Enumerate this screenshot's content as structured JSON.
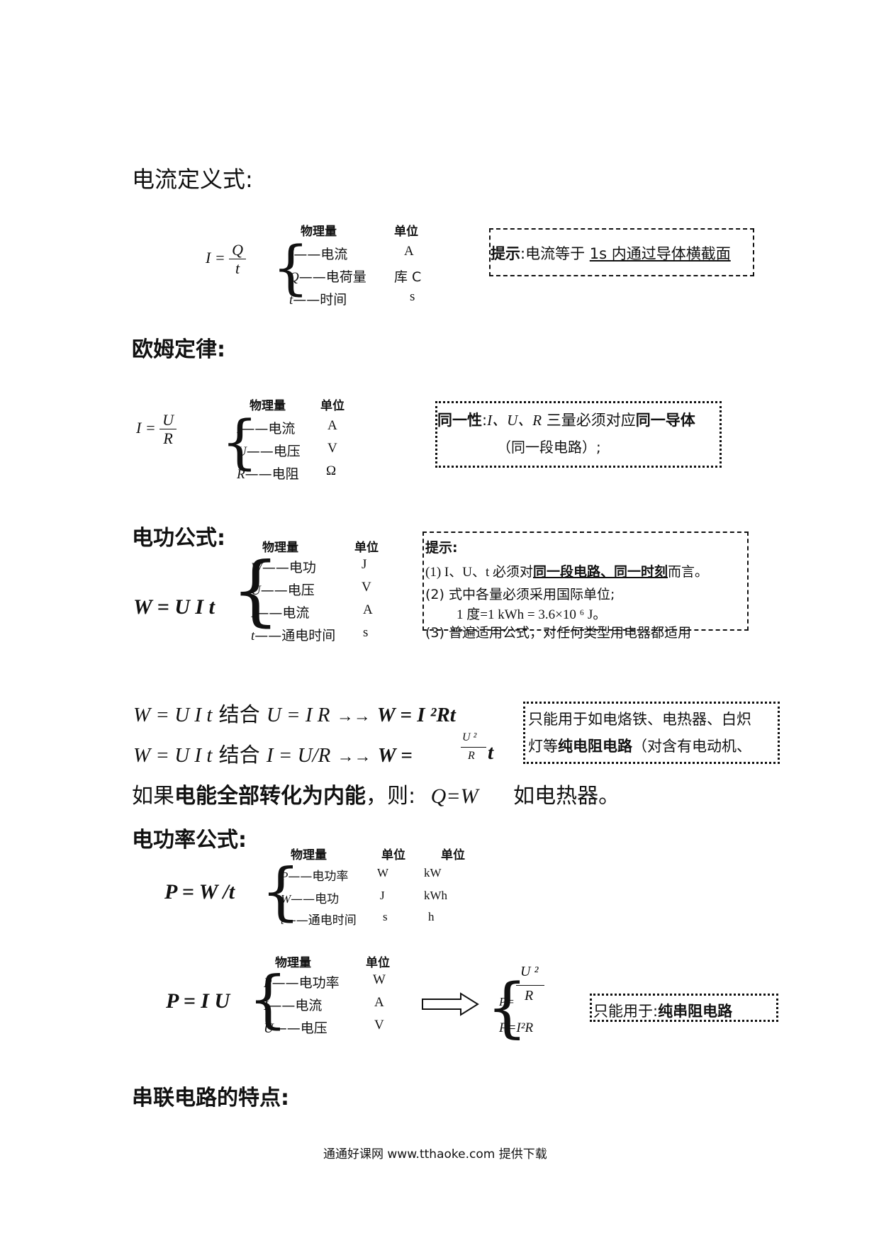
{
  "s1": {
    "heading": "电流定义式:",
    "formula": {
      "lhs": "I =",
      "num": "Q",
      "den": "t"
    },
    "col_quantity": "物理量",
    "col_unit": "单位",
    "rows": [
      {
        "sym": "I",
        "dash": "——",
        "name": "电流",
        "unit": "A"
      },
      {
        "sym": "Q",
        "dash": "——",
        "name": "电荷量",
        "unit": "库 C"
      },
      {
        "sym": "t",
        "dash": "——",
        "name": "时间",
        "unit": "s"
      }
    ],
    "note": {
      "label": "提示",
      "colon": ":",
      "text1": "电流等于 ",
      "text2": "1s 内通过导体横截面"
    }
  },
  "s2": {
    "heading": "欧姆定律:",
    "formula": {
      "lhs": "I =",
      "num": "U",
      "den": "R"
    },
    "col_quantity": "物理量",
    "col_unit": "单位",
    "rows": [
      {
        "sym": "I",
        "dash": "——",
        "name": "电流",
        "unit": "A"
      },
      {
        "sym": "U",
        "dash": "——",
        "name": "电压",
        "unit": "V"
      },
      {
        "sym": "R",
        "dash": "——",
        "name": "电阻",
        "unit": "Ω"
      }
    ],
    "note": {
      "label": "同一性",
      "colon": ":",
      "vars": "I、U、R",
      "text1": " 三量必须对应",
      "bold": "同一导体",
      "line2": "（同一段电路）;"
    }
  },
  "s3": {
    "heading": "电功公式:",
    "formula": "W = U I t",
    "col_quantity": "物理量",
    "col_unit": "单位",
    "rows": [
      {
        "sym": "W",
        "dash": "——",
        "name": "电功",
        "unit": "J"
      },
      {
        "sym": "U",
        "dash": "——",
        "name": "电压",
        "unit": "V"
      },
      {
        "sym": "I",
        "dash": "——",
        "name": "电流",
        "unit": "A"
      },
      {
        "sym": "t",
        "dash": "——",
        "name": "通电时间",
        "unit": "s"
      }
    ],
    "note": {
      "title": "提示:",
      "l1_pre": "(1) I、U、t 必须对",
      "l1_bold": "同一段电路、同一时刻",
      "l1_post": "而言。",
      "l2": "(2)  式中各量必须采用国际单位;",
      "l3": "1 度=1 kWh = 3.6×10 ⁶ J。",
      "l4": "(3) 普遍适用公式，对任何类型用电器都适用"
    }
  },
  "derive": {
    "l1_lhs": "W = U I t",
    "l1_mid": "结合",
    "l1_cond": "U = I R",
    "l1_arrow": "→→",
    "l1_res": "W = I ²Rt",
    "l2_lhs": "W = U I t",
    "l2_mid": "结合",
    "l2_cond": "I = U/R",
    "l2_arrow": "→→",
    "l2_res": "W =",
    "l2_num": "U ²",
    "l2_den": "R",
    "l2_t": "t",
    "note": {
      "l1": "只能用于如电烙铁、电热器、白炽",
      "l2_pre": "灯等",
      "l2_bold": "纯电阻电路",
      "l2_post": "（对含有电动机、"
    },
    "energy": {
      "pre": "如果",
      "bold": "电能全部转化为内能",
      "mid": "，则:",
      "formula": "Q=W",
      "post": "如电热器。"
    }
  },
  "s4": {
    "heading": "电功率公式:",
    "formula": "P = W /t",
    "col_quantity": "物理量",
    "col_unit1": "单位",
    "col_unit2": "单位",
    "rows": [
      {
        "sym": "P",
        "dash": "——",
        "name": "电功率",
        "unit1": "W",
        "unit2": "kW"
      },
      {
        "sym": "W",
        "dash": "——",
        "name": "电功",
        "unit1": "J",
        "unit2": "kWh"
      },
      {
        "sym": "t",
        "dash": "——",
        "name": "通电时间",
        "unit1": "s",
        "unit2": "h"
      }
    ]
  },
  "s5": {
    "formula": "P = I U",
    "col_quantity": "物理量",
    "col_unit": "单位",
    "rows": [
      {
        "sym": "P",
        "dash": "——",
        "name": "电功率",
        "unit": "W"
      },
      {
        "sym": "I",
        "dash": "——",
        "name": "电流",
        "unit": "A"
      },
      {
        "sym": "U",
        "dash": "——",
        "name": "电压",
        "unit": "V"
      }
    ],
    "result": {
      "p1_lhs": "P=",
      "p1_num": "U ²",
      "p1_den": "R",
      "p2": "P=I²R"
    },
    "note": {
      "pre": "只能用于:",
      "bold": "纯串阻电路"
    }
  },
  "s6": {
    "heading": "串联电路的特点:"
  },
  "footer": {
    "text": "通通好课网  www.tthaoke.com  提供下载"
  }
}
